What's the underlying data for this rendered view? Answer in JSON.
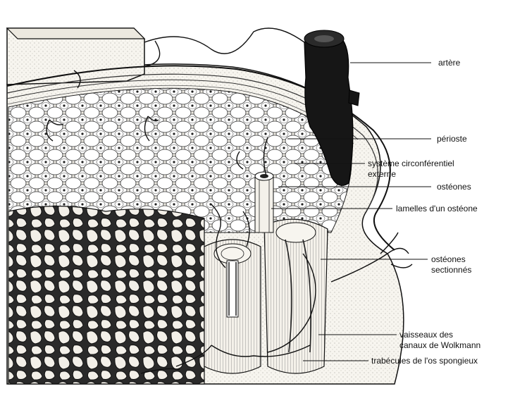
{
  "labels": {
    "artere": "artère",
    "perioste": "périoste",
    "systeme_line1": "système circonférentiel",
    "systeme_line2": "externe",
    "osteones": "ostéones",
    "lamelles": "lamelles d'un ostéone",
    "osteones_sectionnes_line1": "ostéones",
    "osteones_sectionnes_line2": "sectionnés",
    "vaisseaux_line1": "vaisseaux des",
    "vaisseaux_line2": "canaux de Wolkmann",
    "trabecules": "trabécules de l'os spongieux"
  },
  "colors": {
    "ink": "#111111",
    "paper": "#ffffff",
    "bone": "#f4f1ea",
    "shade": "#c9c4b8"
  }
}
